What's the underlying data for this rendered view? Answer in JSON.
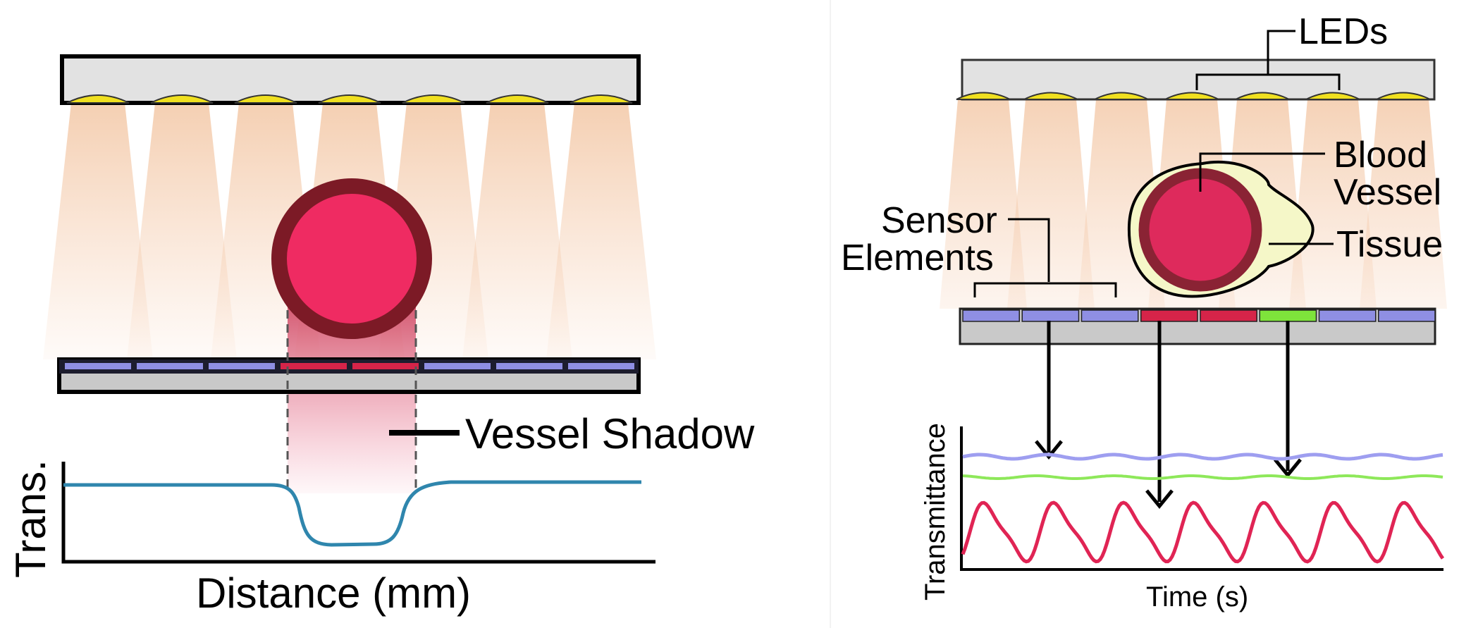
{
  "left_panel": {
    "vessel_shadow_label": "Vessel Shadow",
    "y_axis_label": "Trans.",
    "x_axis_label": "Distance (mm)",
    "colors": {
      "led": "#f0e020",
      "light_cone": "#f2c9a3",
      "vessel_fill": "#ef2b62",
      "vessel_wall": "#7c1a26",
      "trace": "#2f86ad",
      "sensor_blue": "#8f8fe3",
      "sensor_red": "#d62449"
    }
  },
  "right_panel": {
    "leds_label": "LEDs",
    "blood_vessel_label_line1": "Blood",
    "blood_vessel_label_line2": "Vessel",
    "tissue_label": "Tissue",
    "sensor_label_line1": "Sensor",
    "sensor_label_line2": "Elements",
    "y_axis_label": "Transmittance",
    "x_axis_label": "Time (s)",
    "sensor_colors": [
      "#8f8fe3",
      "#8f8fe3",
      "#8f8fe3",
      "#d62449",
      "#d62449",
      "#7ee33b",
      "#8f8fe3",
      "#8f8fe3"
    ],
    "trace_colors": {
      "blue": "#9e9ef0",
      "green": "#8ee85a",
      "red": "#e02454"
    },
    "tissue_color": "#f5f7c8"
  }
}
